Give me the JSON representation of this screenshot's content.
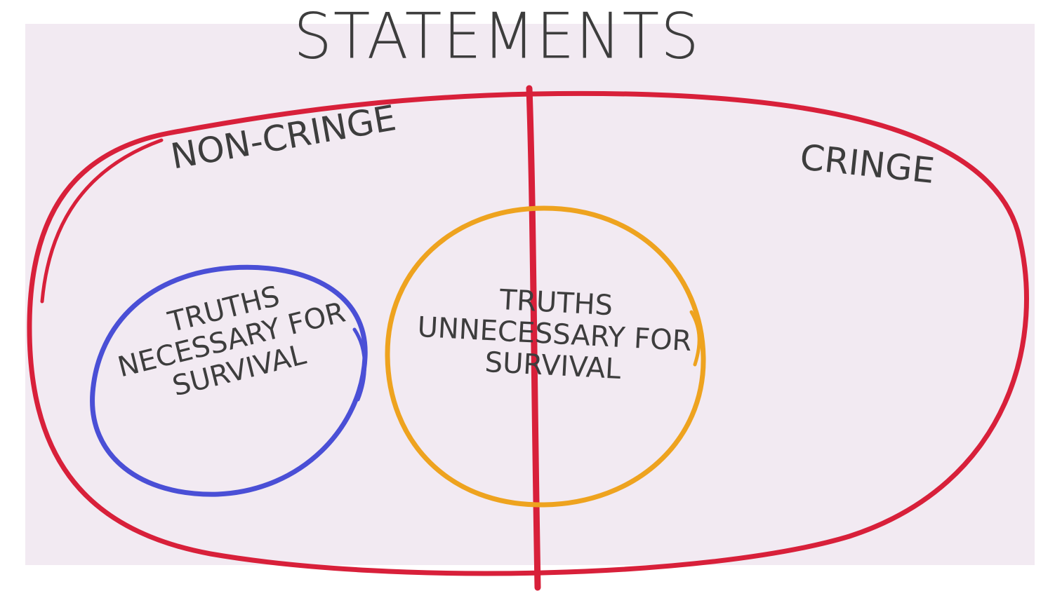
{
  "diagram": {
    "title": "STATEMENTS",
    "regions": {
      "left": "NON-CRINGE",
      "right": "CRINGE"
    },
    "sets": {
      "blue": {
        "lines": [
          "TRUTHS",
          "NECESSARY FOR",
          "SURVIVAL"
        ],
        "color": "#4a4fd6"
      },
      "orange": {
        "lines": [
          "TRUTHS",
          "UNNECESSARY FOR",
          "SURVIVAL"
        ],
        "color": "#eea31f"
      }
    },
    "outer_color": "#d8203a",
    "text_color": "#3d3d3d",
    "background_color": "#f2eaf2"
  }
}
